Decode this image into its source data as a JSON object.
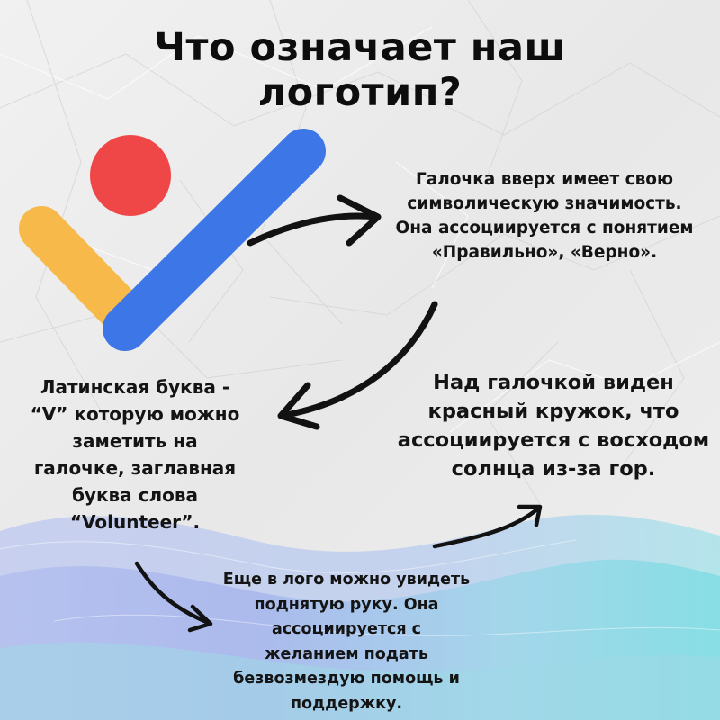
{
  "title": {
    "line1": "Что означает наш",
    "line2": "логотип?"
  },
  "logo": {
    "colors": {
      "circle": "#ef4747",
      "short_stroke": "#f6b94a",
      "long_stroke": "#3d76e6"
    }
  },
  "blocks": {
    "checkmark": {
      "lines": [
        "Галочка вверх имеет свою",
        "символическую значимость.",
        "Она ассоциируется с понятием",
        "«Правильно», «Верно»."
      ]
    },
    "latin_v": {
      "lines": [
        "Латинская буква -",
        "“V” которую можно",
        "заметить на",
        "галочке, заглавная",
        "буква слова",
        "“Volunteer”."
      ]
    },
    "red_circle": {
      "lines": [
        "Над галочкой виден",
        "красный кружок, что",
        "ассоциируется с восходом",
        "солнца из-за гор."
      ]
    },
    "raised_hand": {
      "lines": [
        "Еще в лого можно увидеть",
        "поднятую руку. Она",
        "ассоциируется с",
        "желанием подать",
        "безвозмездую помощь и",
        "поддержку."
      ]
    }
  },
  "colors": {
    "background": "#ebebeb",
    "text": "#111111",
    "arrow": "#111111",
    "wave_blue": "#a9b9ec",
    "wave_cyan": "#8fdde6"
  }
}
